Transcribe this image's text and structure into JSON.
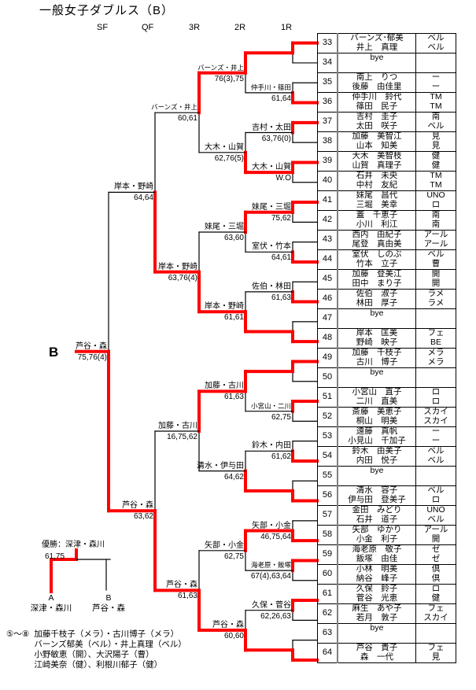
{
  "title": "一般女子ダブルス（B）",
  "round_headers": [
    "SF",
    "QF",
    "3R",
    "2R",
    "1R"
  ],
  "block_label": "B",
  "colors": {
    "winner_line": "#ff0000",
    "line": "#000000"
  },
  "entries": [
    {
      "no": "33",
      "names": [
        "バーンズ･郁美",
        "井上　真理"
      ],
      "clubs": [
        "ベル",
        "ベル"
      ]
    },
    {
      "no": "34",
      "names": [
        "bye",
        ""
      ],
      "clubs": [
        "",
        ""
      ]
    },
    {
      "no": "35",
      "names": [
        "南上　りつ",
        "後藤　由佳里"
      ],
      "clubs": [
        "ー",
        "ー"
      ]
    },
    {
      "no": "36",
      "names": [
        "仲手川　鈴代",
        "篠田　民子"
      ],
      "clubs": [
        "TM",
        "TM"
      ]
    },
    {
      "no": "37",
      "names": [
        "吉村　圭子",
        "太田　咲子"
      ],
      "clubs": [
        "南",
        "ベル"
      ]
    },
    {
      "no": "38",
      "names": [
        "加藤　美智江",
        "山本　知美"
      ],
      "clubs": [
        "見",
        "見"
      ]
    },
    {
      "no": "39",
      "names": [
        "大木　美智枝",
        "山賀　真理子"
      ],
      "clubs": [
        "健",
        "健"
      ]
    },
    {
      "no": "40",
      "names": [
        "石井　未央",
        "中村　友紀"
      ],
      "clubs": [
        "TM",
        "TM"
      ]
    },
    {
      "no": "41",
      "names": [
        "妹尾　昌代",
        "三堀　美幸"
      ],
      "clubs": [
        "UNO",
        "ロ"
      ]
    },
    {
      "no": "42",
      "names": [
        "蓋　千恵子",
        "小川　利江"
      ],
      "clubs": [
        "南",
        "南"
      ]
    },
    {
      "no": "43",
      "names": [
        "西内　由紀子",
        "尾登　真由美"
      ],
      "clubs": [
        "アール",
        "アール"
      ]
    },
    {
      "no": "44",
      "names": [
        "室伏　しのぶ",
        "竹本　立子"
      ],
      "clubs": [
        "ベル",
        "曹"
      ]
    },
    {
      "no": "45",
      "names": [
        "加藤　登美江",
        "田中　まり子"
      ],
      "clubs": [
        "開",
        "開"
      ]
    },
    {
      "no": "46",
      "names": [
        "佐伯　淑子",
        "林田　厚子"
      ],
      "clubs": [
        "ラメ",
        "ラメ"
      ]
    },
    {
      "no": "47",
      "names": [
        "bye",
        ""
      ],
      "clubs": [
        "",
        ""
      ]
    },
    {
      "no": "48",
      "names": [
        "岸本　匡美",
        "野崎　映子"
      ],
      "clubs": [
        "フェ",
        "BE"
      ]
    },
    {
      "no": "49",
      "names": [
        "加藤　千枝子",
        "古川　博子"
      ],
      "clubs": [
        "メラ",
        "メラ"
      ]
    },
    {
      "no": "50",
      "names": [
        "bye",
        ""
      ],
      "clubs": [
        "",
        ""
      ]
    },
    {
      "no": "51",
      "names": [
        "小宮山　直子",
        "二川　直美"
      ],
      "clubs": [
        "ロ",
        "ロ"
      ]
    },
    {
      "no": "52",
      "names": [
        "斎藤　美恵子",
        "桐山　明美"
      ],
      "clubs": [
        "スカイ",
        "スカイ"
      ]
    },
    {
      "no": "53",
      "names": [
        "遠藤　真帆",
        "小見山　千加子"
      ],
      "clubs": [
        "ー",
        "ー"
      ]
    },
    {
      "no": "54",
      "names": [
        "鈴木　由美子",
        "内田　悦子"
      ],
      "clubs": [
        "ベル",
        "ベル"
      ]
    },
    {
      "no": "55",
      "names": [
        "bye",
        ""
      ],
      "clubs": [
        "",
        ""
      ]
    },
    {
      "no": "56",
      "names": [
        "清水　容子",
        "伊与田　登美子"
      ],
      "clubs": [
        "ベル",
        "ロ"
      ]
    },
    {
      "no": "57",
      "names": [
        "金田　みどり",
        "石井　道子"
      ],
      "clubs": [
        "UNO",
        "ベル"
      ]
    },
    {
      "no": "58",
      "names": [
        "矢部　ゆかり",
        "小金　利子"
      ],
      "clubs": [
        "アール",
        "開"
      ]
    },
    {
      "no": "59",
      "names": [
        "海老原　敬子",
        "飯塚　由佳"
      ],
      "clubs": [
        "ゼ",
        "ゼ"
      ]
    },
    {
      "no": "60",
      "names": [
        "小林　明美",
        "納谷　峰子"
      ],
      "clubs": [
        "倶",
        "倶"
      ]
    },
    {
      "no": "61",
      "names": [
        "久保　鈴子",
        "菅谷　光恵"
      ],
      "clubs": [
        "ロ",
        "健"
      ]
    },
    {
      "no": "62",
      "names": [
        "麻生　あや子",
        "若月　敦子"
      ],
      "clubs": [
        "フェ",
        "スカイ"
      ]
    },
    {
      "no": "63",
      "names": [
        "bye",
        ""
      ],
      "clubs": [
        "",
        ""
      ]
    },
    {
      "no": "64",
      "names": [
        "芦谷　貴子",
        "森　一代"
      ],
      "clubs": [
        "フェ",
        "見"
      ]
    }
  ],
  "rounds": {
    "r1": [
      {
        "winner": "top",
        "label": "",
        "score": ""
      },
      {
        "winner": "bottom",
        "label": "仲手川・篠田",
        "score": "61,64",
        "small": true
      },
      {
        "winner": "top",
        "label": "吉村・太田",
        "score": "63,76(0)"
      },
      {
        "winner": "top",
        "label": "大木・山賀",
        "score": "W.O"
      },
      {
        "winner": "top",
        "label": "妹尾・三堀",
        "score": "75,62"
      },
      {
        "winner": "bottom",
        "label": "室伏・竹本",
        "score": "64,61"
      },
      {
        "winner": "bottom",
        "label": "佐伯・林田",
        "score": "61,63"
      },
      {
        "winner": "bottom",
        "label": "",
        "score": ""
      },
      {
        "winner": "top",
        "label": "",
        "score": ""
      },
      {
        "winner": "top",
        "label": "小宮山・二川",
        "score": "62,75",
        "small": true
      },
      {
        "winner": "bottom",
        "label": "鈴木・内田",
        "score": "61,62"
      },
      {
        "winner": "bottom",
        "label": "",
        "score": ""
      },
      {
        "winner": "bottom",
        "label": "矢部・小金",
        "score": "46,75,64"
      },
      {
        "winner": "top",
        "label": "海老原・飯塚",
        "score": "67(4),63,64",
        "small": true
      },
      {
        "winner": "top",
        "label": "久保・菅谷",
        "score": "62,26,63"
      },
      {
        "winner": "bottom",
        "label": "",
        "score": ""
      }
    ],
    "r2": [
      {
        "winner": "top",
        "label": "バーンズ・井上",
        "score": "76(3),75",
        "small": true
      },
      {
        "winner": "bottom",
        "label": "大木・山賀",
        "score": "62,76(5)"
      },
      {
        "winner": "top",
        "label": "妹尾・三堀",
        "score": "63,60"
      },
      {
        "winner": "bottom",
        "label": "岸本・野崎",
        "score": "61,61"
      },
      {
        "winner": "top",
        "label": "加藤・古川",
        "score": "61,63"
      },
      {
        "winner": "bottom",
        "label": "清水・伊与田",
        "score": "64,62"
      },
      {
        "winner": "top",
        "label": "矢部・小金",
        "score": "62,75"
      },
      {
        "winner": "bottom",
        "label": "芦谷・森",
        "score": "60,60"
      }
    ],
    "r3": [
      {
        "winner": "top",
        "label": "バーンズ・井上",
        "score": "60,61",
        "small": true
      },
      {
        "winner": "bottom",
        "label": "岸本・野崎",
        "score": "63,76(4)"
      },
      {
        "winner": "top",
        "label": "加藤・古川",
        "score": "16,75,62"
      },
      {
        "winner": "bottom",
        "label": "芦谷・森",
        "score": "61,63"
      }
    ],
    "qf": [
      {
        "winner": "bottom",
        "label": "岸本・野崎",
        "score": "64,64"
      },
      {
        "winner": "bottom",
        "label": "芦谷・森",
        "score": "63,62"
      }
    ],
    "sf": [
      {
        "winner": "bottom",
        "label": "芦谷・森",
        "score": "75,76(4)"
      }
    ]
  },
  "final": {
    "title": "優勝：深津・森川",
    "score": "61,75",
    "winner": "A",
    "a_label": "A",
    "a_name": "深津・森川",
    "b_label": "B",
    "b_name": "芦谷・森"
  },
  "notes": {
    "prefix": "⑤～⑧",
    "lines": [
      "加藤千枝子（メラ）・古川博子（メラ）",
      "バーンズ郁美（ベル）・井上真理（ベル）",
      "小野敏恵（開）、大沢陽子（曹）",
      "江崎美奈（健）、利根川郁子（健）"
    ]
  }
}
